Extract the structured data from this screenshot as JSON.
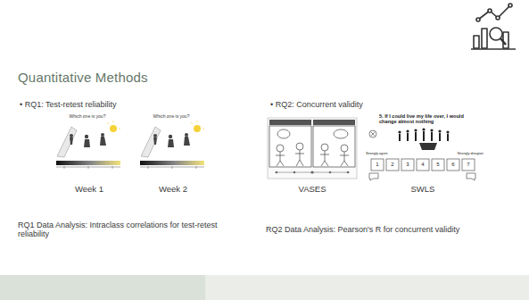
{
  "diagram": {
    "title": "Quantitative Methods",
    "labels": [
      "• RQ1: Test-retest reliability",
      "• RQ2: Concurrent validity",
      "Which one is you?",
      "Which one is you?",
      "Week 1",
      "Week 2",
      "VASES",
      "5. If I could live my life over, I would change almost nothing",
      "Strongly agree",
      "Strongly disagree",
      "1",
      "2",
      "3",
      "4",
      "5",
      "6",
      "7",
      "SWLS",
      "RQ1 Data Analysis: Intraclass correlations for test-retest reliability",
      "RQ2 Data Analysis: Pearson's R for concurrent validity"
    ]
  }
}
